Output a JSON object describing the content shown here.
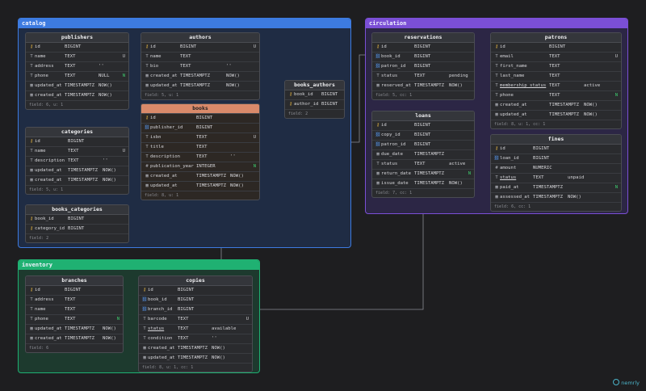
{
  "groups": {
    "catalog": {
      "label": "catalog",
      "color": "#3d7be0"
    },
    "circulation": {
      "label": "circulation",
      "color": "#7b4fd6"
    },
    "inventory": {
      "label": "inventory",
      "color": "#1fb172"
    }
  },
  "tables": {
    "publishers": {
      "name": "publishers",
      "fields": [
        {
          "icon": "key-icon",
          "name": "id",
          "type": "BIGINT",
          "default": "",
          "flag": ""
        },
        {
          "icon": "text-icon",
          "name": "name",
          "type": "TEXT",
          "default": "",
          "flag": "U"
        },
        {
          "icon": "text-icon",
          "name": "address",
          "type": "TEXT",
          "default": "''",
          "flag": ""
        },
        {
          "icon": "text-icon",
          "name": "phone",
          "type": "TEXT",
          "default": "NULL",
          "flag": "N"
        },
        {
          "icon": "calendar-icon",
          "name": "updated_at",
          "type": "TIMESTAMPTZ",
          "default": "NOW()",
          "flag": ""
        },
        {
          "icon": "calendar-icon",
          "name": "created_at",
          "type": "TIMESTAMPTZ",
          "default": "NOW()",
          "flag": ""
        }
      ],
      "footer": "field: 6, u: 1"
    },
    "authors": {
      "name": "authors",
      "fields": [
        {
          "icon": "key-icon",
          "name": "id",
          "type": "BIGINT",
          "default": "",
          "flag": "U"
        },
        {
          "icon": "text-icon",
          "name": "name",
          "type": "TEXT",
          "default": "",
          "flag": ""
        },
        {
          "icon": "text-icon",
          "name": "bio",
          "type": "TEXT",
          "default": "''",
          "flag": ""
        },
        {
          "icon": "calendar-icon",
          "name": "created_at",
          "type": "TIMESTAMPTZ",
          "default": "NOW()",
          "flag": ""
        },
        {
          "icon": "calendar-icon",
          "name": "updated_at",
          "type": "TIMESTAMPTZ",
          "default": "NOW()",
          "flag": ""
        }
      ],
      "footer": "field: 5, u: 1"
    },
    "books_authors": {
      "name": "books_authors",
      "fields": [
        {
          "icon": "key-icon",
          "name": "book_id",
          "type": "BIGINT",
          "default": "",
          "flag": ""
        },
        {
          "icon": "key-icon",
          "name": "author_id",
          "type": "BIGINT",
          "default": "",
          "flag": ""
        }
      ],
      "footer": "field: 2"
    },
    "categories": {
      "name": "categories",
      "fields": [
        {
          "icon": "key-icon",
          "name": "id",
          "type": "BIGINT",
          "default": "",
          "flag": ""
        },
        {
          "icon": "text-icon",
          "name": "name",
          "type": "TEXT",
          "default": "",
          "flag": "U"
        },
        {
          "icon": "text-icon",
          "name": "description",
          "type": "TEXT",
          "default": "''",
          "flag": ""
        },
        {
          "icon": "calendar-icon",
          "name": "updated_at",
          "type": "TIMESTAMPTZ",
          "default": "NOW()",
          "flag": ""
        },
        {
          "icon": "calendar-icon",
          "name": "created_at",
          "type": "TIMESTAMPTZ",
          "default": "NOW()",
          "flag": ""
        }
      ],
      "footer": "field: 5, u: 1"
    },
    "books": {
      "name": "books",
      "fields": [
        {
          "icon": "key-icon",
          "name": "id",
          "type": "BIGINT",
          "default": "",
          "flag": ""
        },
        {
          "icon": "link-icon",
          "name": "publisher_id",
          "type": "BIGINT",
          "default": "",
          "flag": ""
        },
        {
          "icon": "text-icon",
          "name": "isbn",
          "type": "TEXT",
          "default": "",
          "flag": "U"
        },
        {
          "icon": "text-icon",
          "name": "title",
          "type": "TEXT",
          "default": "",
          "flag": ""
        },
        {
          "icon": "text-icon",
          "name": "description",
          "type": "TEXT",
          "default": "''",
          "flag": ""
        },
        {
          "icon": "number-icon",
          "name": "publication_year",
          "type": "INTEGER",
          "default": "",
          "flag": "N"
        },
        {
          "icon": "calendar-icon",
          "name": "created_at",
          "type": "TIMESTAMPTZ",
          "default": "NOW()",
          "flag": ""
        },
        {
          "icon": "calendar-icon",
          "name": "updated_at",
          "type": "TIMESTAMPTZ",
          "default": "NOW()",
          "flag": ""
        }
      ],
      "footer": "field: 8, u: 1"
    },
    "books_categories": {
      "name": "books_categories",
      "fields": [
        {
          "icon": "key-icon",
          "name": "book_id",
          "type": "BIGINT",
          "default": "",
          "flag": ""
        },
        {
          "icon": "key-icon",
          "name": "category_id",
          "type": "BIGINT",
          "default": "",
          "flag": ""
        }
      ],
      "footer": "field: 2"
    },
    "reservations": {
      "name": "reservations",
      "fields": [
        {
          "icon": "key-icon",
          "name": "id",
          "type": "BIGINT",
          "default": "",
          "flag": ""
        },
        {
          "icon": "link-icon",
          "name": "book_id",
          "type": "BIGINT",
          "default": "",
          "flag": ""
        },
        {
          "icon": "link-icon",
          "name": "patron_id",
          "type": "BIGINT",
          "default": "",
          "flag": ""
        },
        {
          "icon": "text-icon",
          "name": "status",
          "type": "TEXT",
          "default": "pending",
          "flag": ""
        },
        {
          "icon": "calendar-icon",
          "name": "reserved_at",
          "type": "TIMESTAMPTZ",
          "default": "NOW()",
          "flag": ""
        }
      ],
      "footer": "field: 5, cc: 1"
    },
    "patrons": {
      "name": "patrons",
      "fields": [
        {
          "icon": "key-icon",
          "name": "id",
          "type": "BIGINT",
          "default": "",
          "flag": ""
        },
        {
          "icon": "text-icon",
          "name": "email",
          "type": "TEXT",
          "default": "",
          "flag": "U"
        },
        {
          "icon": "text-icon",
          "name": "first_name",
          "type": "TEXT",
          "default": "",
          "flag": ""
        },
        {
          "icon": "text-icon",
          "name": "last_name",
          "type": "TEXT",
          "default": "",
          "flag": ""
        },
        {
          "icon": "text-icon",
          "name": "membership_status",
          "type": "TEXT",
          "default": "active",
          "flag": ""
        },
        {
          "icon": "text-icon",
          "name": "phone",
          "type": "TEXT",
          "default": "",
          "flag": "N"
        },
        {
          "icon": "calendar-icon",
          "name": "created_at",
          "type": "TIMESTAMPTZ",
          "default": "NOW()",
          "flag": ""
        },
        {
          "icon": "calendar-icon",
          "name": "updated_at",
          "type": "TIMESTAMPTZ",
          "default": "NOW()",
          "flag": ""
        }
      ],
      "footer": "field: 8, u: 1, cc: 1"
    },
    "loans": {
      "name": "loans",
      "fields": [
        {
          "icon": "key-icon",
          "name": "id",
          "type": "BIGINT",
          "default": "",
          "flag": ""
        },
        {
          "icon": "link-icon",
          "name": "copy_id",
          "type": "BIGINT",
          "default": "",
          "flag": ""
        },
        {
          "icon": "link-icon",
          "name": "patron_id",
          "type": "BIGINT",
          "default": "",
          "flag": ""
        },
        {
          "icon": "calendar-icon",
          "name": "due_date",
          "type": "TIMESTAMPTZ",
          "default": "",
          "flag": ""
        },
        {
          "icon": "text-icon",
          "name": "status",
          "type": "TEXT",
          "default": "active",
          "flag": ""
        },
        {
          "icon": "calendar-icon",
          "name": "return_date",
          "type": "TIMESTAMPTZ",
          "default": "",
          "flag": "N"
        },
        {
          "icon": "calendar-icon",
          "name": "issue_date",
          "type": "TIMESTAMPTZ",
          "default": "NOW()",
          "flag": ""
        }
      ],
      "footer": "field: 7, cc: 1"
    },
    "fines": {
      "name": "fines",
      "fields": [
        {
          "icon": "key-icon",
          "name": "id",
          "type": "BIGINT",
          "default": "",
          "flag": ""
        },
        {
          "icon": "link-icon",
          "name": "loan_id",
          "type": "BIGINT",
          "default": "",
          "flag": ""
        },
        {
          "icon": "number-icon",
          "name": "amount",
          "type": "NUMERIC",
          "default": "",
          "flag": ""
        },
        {
          "icon": "text-icon",
          "name": "status",
          "type": "TEXT",
          "default": "unpaid",
          "flag": ""
        },
        {
          "icon": "calendar-icon",
          "name": "paid_at",
          "type": "TIMESTAMPTZ",
          "default": "",
          "flag": "N"
        },
        {
          "icon": "calendar-icon",
          "name": "assessed_at",
          "type": "TIMESTAMPTZ",
          "default": "NOW()",
          "flag": ""
        }
      ],
      "footer": "field: 6, cc: 1"
    },
    "branches": {
      "name": "branches",
      "fields": [
        {
          "icon": "key-icon",
          "name": "id",
          "type": "BIGINT",
          "default": "",
          "flag": ""
        },
        {
          "icon": "text-icon",
          "name": "address",
          "type": "TEXT",
          "default": "",
          "flag": ""
        },
        {
          "icon": "text-icon",
          "name": "name",
          "type": "TEXT",
          "default": "",
          "flag": ""
        },
        {
          "icon": "text-icon",
          "name": "phone",
          "type": "TEXT",
          "default": "",
          "flag": "N"
        },
        {
          "icon": "calendar-icon",
          "name": "updated_at",
          "type": "TIMESTAMPTZ",
          "default": "NOW()",
          "flag": ""
        },
        {
          "icon": "calendar-icon",
          "name": "created_at",
          "type": "TIMESTAMPTZ",
          "default": "NOW()",
          "flag": ""
        }
      ],
      "footer": "field: 6"
    },
    "copies": {
      "name": "copies",
      "fields": [
        {
          "icon": "key-icon",
          "name": "id",
          "type": "BIGINT",
          "default": "",
          "flag": ""
        },
        {
          "icon": "link-icon",
          "name": "book_id",
          "type": "BIGINT",
          "default": "",
          "flag": ""
        },
        {
          "icon": "link-icon",
          "name": "branch_id",
          "type": "BIGINT",
          "default": "",
          "flag": ""
        },
        {
          "icon": "text-icon",
          "name": "barcode",
          "type": "TEXT",
          "default": "",
          "flag": "U"
        },
        {
          "icon": "text-icon",
          "name": "status",
          "type": "TEXT",
          "default": "available",
          "flag": ""
        },
        {
          "icon": "text-icon",
          "name": "condition",
          "type": "TEXT",
          "default": "''",
          "flag": ""
        },
        {
          "icon": "calendar-icon",
          "name": "created_at",
          "type": "TIMESTAMPTZ",
          "default": "NOW()",
          "flag": ""
        },
        {
          "icon": "calendar-icon",
          "name": "updated_at",
          "type": "TIMESTAMPTZ",
          "default": "NOW()",
          "flag": ""
        }
      ],
      "footer": "field: 8, u: 1, cc: 1"
    }
  },
  "brand": "nemrly"
}
